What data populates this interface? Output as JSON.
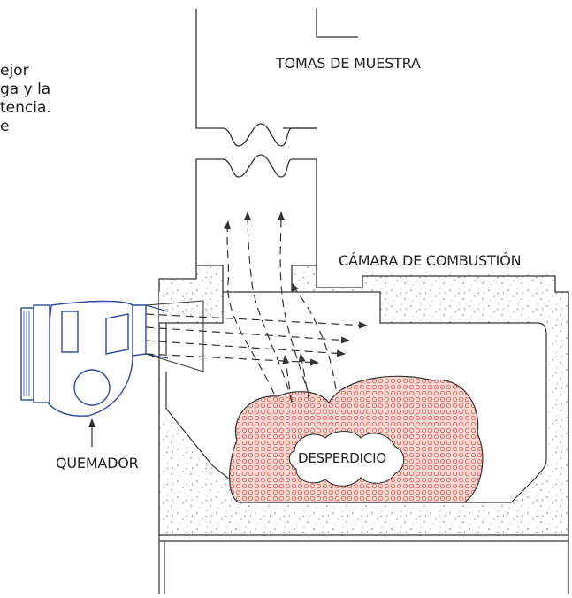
{
  "paragraph_lines": [
    "ejor",
    "ga y la",
    "tencia.",
    "e"
  ],
  "labels": {
    "sampling_ports": "TOMAS DE MUESTRA",
    "combustion_chamber": "CÁMARA DE COMBUSTIÓN",
    "burner": "QUEMADOR",
    "waste": "DESPERDICIO"
  },
  "colors": {
    "line": "#333333",
    "burner": "#2e4a9a",
    "waste_fill": "#f6d2cc",
    "waste_dots": "#e06b5f",
    "concrete": "#f7f7f7"
  }
}
